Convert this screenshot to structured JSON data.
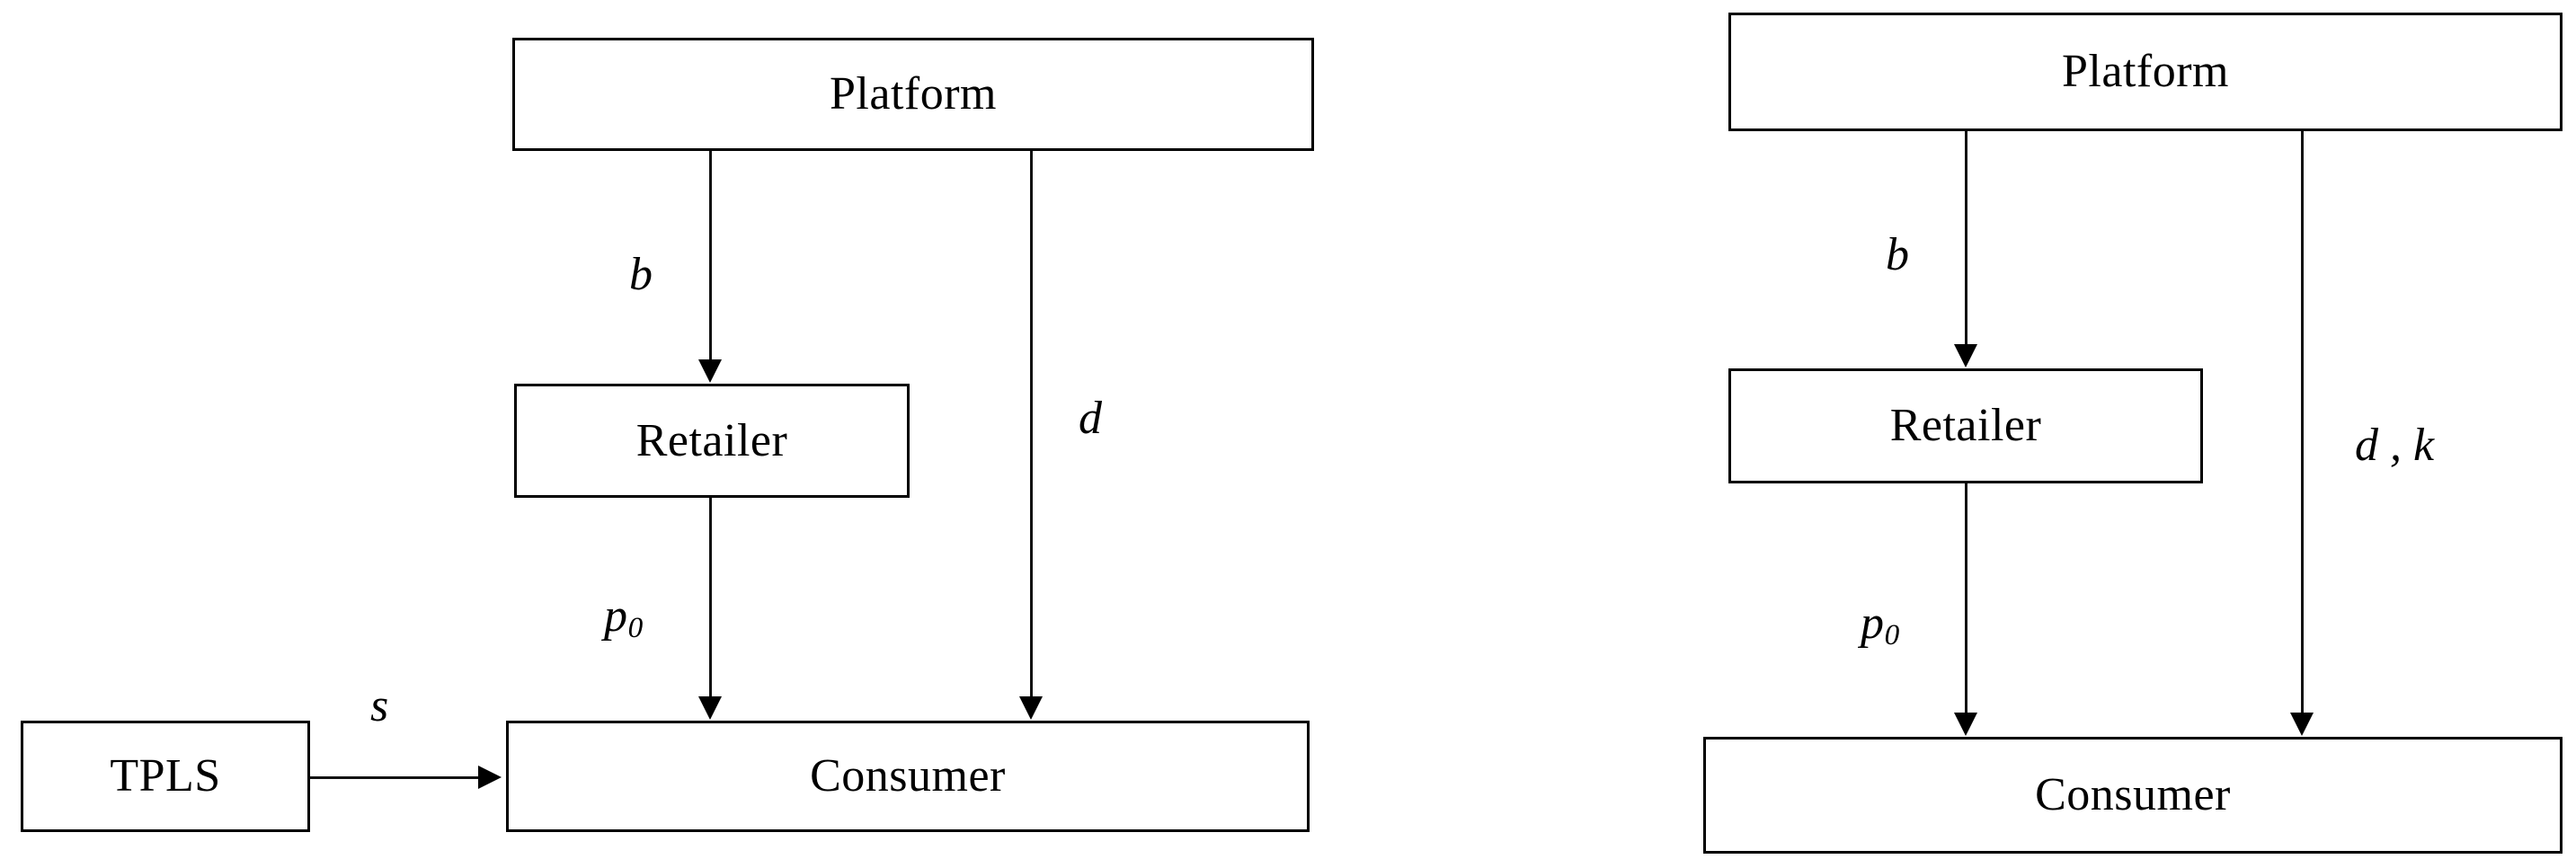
{
  "figure": {
    "type": "flow-diagram",
    "description": "Two supply-chain structure diagrams showing Platform, Retailer, Consumer and TPLS nodes connected by labelled arrows.",
    "panels": [
      {
        "id": "left-panel",
        "nodes": [
          {
            "id": "platform",
            "label": "Platform"
          },
          {
            "id": "retailer",
            "label": "Retailer"
          },
          {
            "id": "consumer",
            "label": "Consumer"
          },
          {
            "id": "tpls",
            "label": "TPLS"
          }
        ],
        "edges": [
          {
            "id": "platform-retailer",
            "from": "Platform",
            "to": "Retailer",
            "label": "b",
            "sub": ""
          },
          {
            "id": "retailer-consumer",
            "from": "Retailer",
            "to": "Consumer",
            "label": "p",
            "sub": "0"
          },
          {
            "id": "platform-consumer",
            "from": "Platform",
            "to": "Consumer",
            "label": "d",
            "sub": ""
          },
          {
            "id": "tpls-consumer",
            "from": "TPLS",
            "to": "Consumer",
            "label": "s",
            "sub": ""
          }
        ]
      },
      {
        "id": "right-panel",
        "nodes": [
          {
            "id": "platform",
            "label": "Platform"
          },
          {
            "id": "retailer",
            "label": "Retailer"
          },
          {
            "id": "consumer",
            "label": "Consumer"
          }
        ],
        "edges": [
          {
            "id": "platform-retailer",
            "from": "Platform",
            "to": "Retailer",
            "label": "b",
            "sub": ""
          },
          {
            "id": "retailer-consumer",
            "from": "Retailer",
            "to": "Consumer",
            "label": "p",
            "sub": "0"
          },
          {
            "id": "platform-consumer",
            "from": "Platform",
            "to": "Consumer",
            "label": "d , k",
            "sub": ""
          }
        ]
      }
    ],
    "colors": {
      "background": "#ffffff",
      "stroke": "#000000",
      "text": "#000000"
    }
  }
}
